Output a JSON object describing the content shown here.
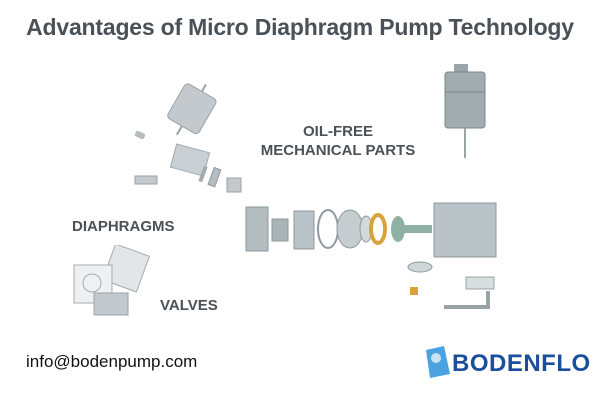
{
  "title": "Advantages of Micro Diaphragm Pump Technology",
  "labels": {
    "oil_free_line1": "OIL-FREE",
    "oil_free_line2": "MECHANICAL PARTS",
    "diaphragms": "DIAPHRAGMS",
    "valves": "VALVES"
  },
  "contact": {
    "email": "info@bodenpump.com"
  },
  "brand": {
    "name": "BODENFLO",
    "color": "#1b4f9c",
    "accent": "#4aa3e0"
  },
  "colors": {
    "text": "#4a5157",
    "part_gray": "#b9c2c6",
    "part_dark": "#8e999e",
    "brass": "#d9a23a",
    "green_gray": "#8fb1a4"
  },
  "icons": [
    "motor-icon",
    "exploded-pump-icon",
    "diaphragm-parts-icon",
    "valve-assembly-icon",
    "pump-body-icon",
    "brand-logo-icon"
  ]
}
